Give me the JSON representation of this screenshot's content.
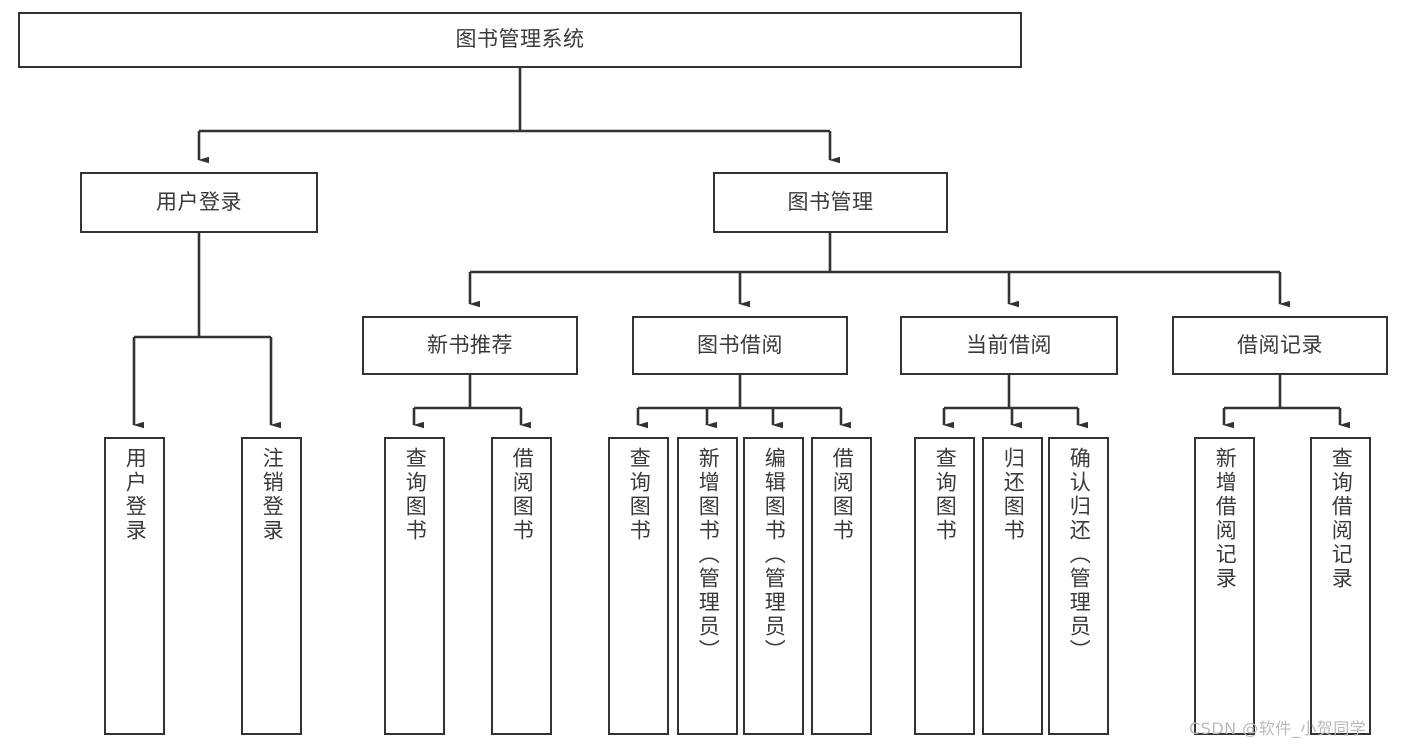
{
  "diagram": {
    "title": "图书管理系统",
    "watermark": "CSDN @软件_小贺同学",
    "colors": {
      "box_border": "#333333",
      "box_fill": "#ffffff",
      "connector": "#333333",
      "text": "#3a3a3a",
      "watermark": "#b9b9b9",
      "background": "#ffffff"
    },
    "nodes": {
      "root": {
        "label": "图书管理系统"
      },
      "level1": [
        {
          "label": "用户登录"
        },
        {
          "label": "图书管理"
        }
      ],
      "level2": [
        {
          "label": "新书推荐"
        },
        {
          "label": "图书借阅"
        },
        {
          "label": "当前借阅"
        },
        {
          "label": "借阅记录"
        }
      ],
      "leaves_user_login": [
        {
          "label": "用户登录"
        },
        {
          "label": "注销登录"
        }
      ],
      "leaves_new_books": [
        {
          "label": "查询图书"
        },
        {
          "label": "借阅图书"
        }
      ],
      "leaves_borrow": [
        {
          "label": "查询图书"
        },
        {
          "label": "新增图书（管理员）"
        },
        {
          "label": "编辑图书（管理员）"
        },
        {
          "label": "借阅图书"
        }
      ],
      "leaves_current": [
        {
          "label": "查询图书"
        },
        {
          "label": "归还图书"
        },
        {
          "label": "确认归还（管理员）"
        }
      ],
      "leaves_records": [
        {
          "label": "新增借阅记录"
        },
        {
          "label": "查询借阅记录"
        }
      ]
    }
  }
}
